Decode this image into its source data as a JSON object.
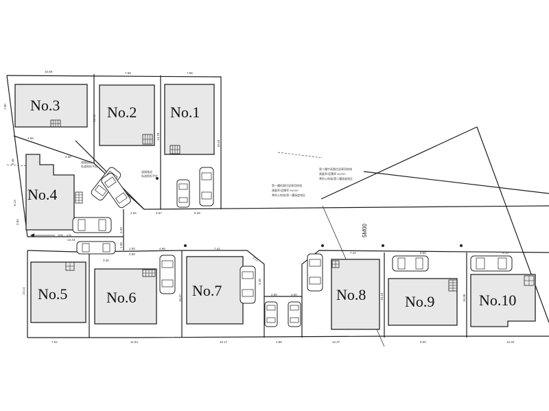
{
  "lots": [
    {
      "label": "No.3"
    },
    {
      "label": "No.2"
    },
    {
      "label": "No.1"
    },
    {
      "label": "No.4"
    },
    {
      "label": "No.5"
    },
    {
      "label": "No.6"
    },
    {
      "label": "No.7"
    },
    {
      "label": "No.8"
    },
    {
      "label": "No.9"
    },
    {
      "label": "No.10"
    }
  ],
  "road": {
    "width_label": "5M00"
  },
  "dimensions": {
    "top_3": "10.69",
    "top_2": "7.65",
    "top_1": "7.65",
    "left_3": "7.00",
    "mid_2": "10.18",
    "mid_1": "10.69",
    "d_465": "4.65",
    "d_450": "4.50",
    "d_546": "5.46",
    "d_613": "6.13",
    "d_384": "3.84",
    "d_1223": "12.23",
    "d_330": "3.30",
    "d_190": "1.90",
    "d_264": "2.64",
    "d_367": "3.67",
    "d_529": "5.29",
    "d_1478": "14.78",
    "d_200": "2.00",
    "d_250": "2.50",
    "d_336": "3.36",
    "d_495": "4.95",
    "d_741": "7.41",
    "d_321": "3.21",
    "d_338": "3.38",
    "d_250b": "2.50",
    "d_744": "7.44",
    "d_960": "9.60",
    "d_510": "5.10",
    "d_1047": "10.47",
    "d_1042": "10.42",
    "d_1038": "10.38",
    "d_1314": "13.14",
    "b_761": "7.61",
    "b_1184": "11.84",
    "b_1017": "10.17",
    "b_186": "1.86",
    "b_1237": "12.37",
    "b_900": "9.00",
    "b_1220": "12.20"
  },
  "notes": {
    "zone_a": "第一種低層住居専用地域",
    "zone_a2": "建蔽率/容積率 50/100",
    "zone_a3": "準防火地域/第一種高度地区",
    "zone_b": "第二種中高層住居専用地域",
    "zone_b2": "建蔽率/容積率 60/200",
    "zone_b3": "準防火地域/第二種高度地区",
    "meter_label": "電柱",
    "setback_a": "道路後退",
    "setback_b": "私道負担予定",
    "road_note": "道路・水路"
  }
}
